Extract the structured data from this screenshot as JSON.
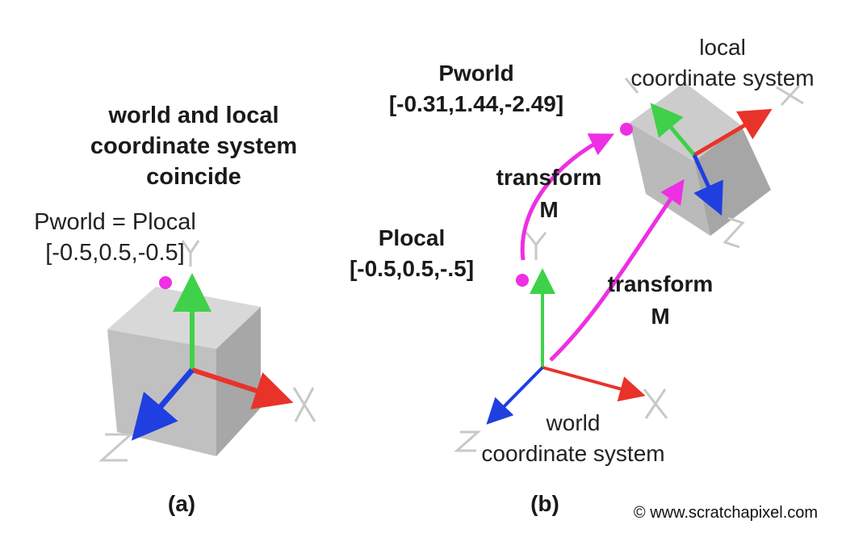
{
  "panel_a": {
    "title_line1": "world and local",
    "title_line2": "coordinate system",
    "title_line3": "coincide",
    "point_label": "Pworld = Plocal",
    "point_coords": "[-0.5,0.5,-0.5]",
    "caption": "(a)"
  },
  "panel_b": {
    "pworld_label": "Pworld",
    "pworld_coords": "[-0.31,1.44,-2.49]",
    "plocal_label": "Plocal",
    "plocal_coords": "[-0.5,0.5,-.5]",
    "transform1_line1": "transform",
    "transform1_line2": "M",
    "transform2_line1": "transform",
    "transform2_line2": "M",
    "local_line1": "local",
    "local_line2": "coordinate system",
    "world_line1": "world",
    "world_line2": "coordinate system",
    "caption": "(b)"
  },
  "credit": "© www.scratchapixel.com",
  "colors": {
    "x_axis": "#e8332a",
    "y_axis": "#3fd14a",
    "z_axis": "#1f3fe0",
    "point": "#ee2fe3",
    "arrow": "#ee2fe3",
    "axis_letter": "#c8c8c8",
    "cube": "#a9a9a9"
  }
}
